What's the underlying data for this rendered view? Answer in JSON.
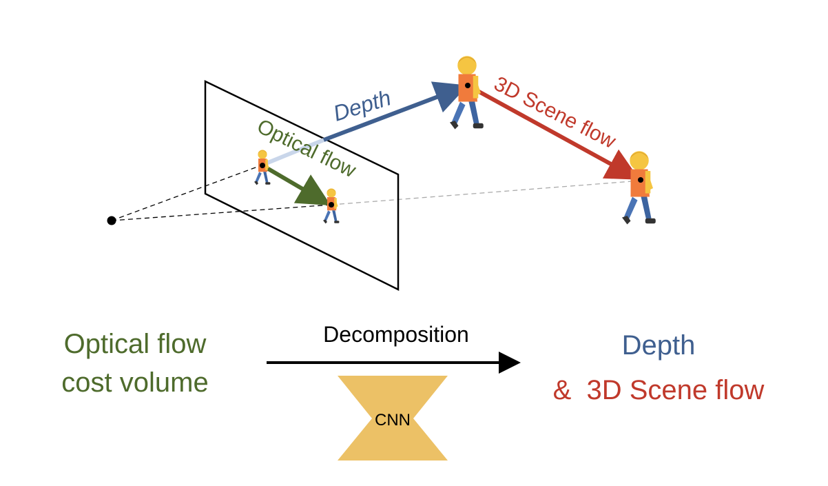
{
  "colors": {
    "green": "#4e6b2c",
    "blue": "#3f5f8f",
    "red": "#c0392b",
    "cnn": "#ecc166",
    "black": "#000000"
  },
  "labels": {
    "depth_arrow": "Depth",
    "scene_flow_arrow": "3D Scene flow",
    "optical_flow_arrow": "Optical flow"
  },
  "bottom": {
    "input_line1": "Optical flow",
    "input_line2": "cost volume",
    "arrow_label": "Decomposition",
    "network_label": "CNN",
    "output_line1": "Depth",
    "output_line2": "&  3D Scene flow"
  },
  "icons": [
    "camera-center-dot",
    "person-walking-icon",
    "image-plane"
  ]
}
